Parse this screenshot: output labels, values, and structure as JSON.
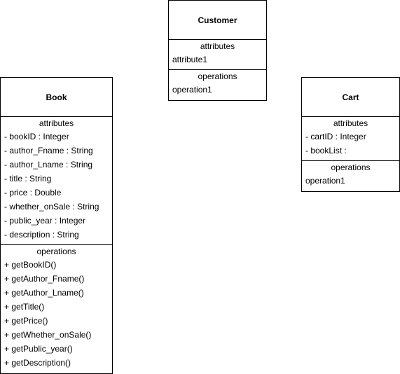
{
  "classes": {
    "customer": {
      "name": "Customer",
      "attributes_title": "attributes",
      "attributes": [
        "attribute1"
      ],
      "operations_title": "operations",
      "operations": [
        "operation1"
      ]
    },
    "book": {
      "name": "Book",
      "attributes_title": "attributes",
      "attributes": [
        "- bookID : Integer",
        "- author_Fname : String",
        "- author_Lname : String",
        "- title : String",
        "- price : Double",
        "- whether_onSale : String",
        "- public_year : Integer",
        "- description : String"
      ],
      "operations_title": "operations",
      "operations": [
        "+ getBookID()",
        "+ getAuthor_Fname()",
        "+ getAuthor_Lname()",
        "+ getTitle()",
        "+ getPrice()",
        "+ getWhether_onSale()",
        "+ getPublic_year()",
        "+ getDescription()"
      ]
    },
    "cart": {
      "name": "Cart",
      "attributes_title": "attributes",
      "attributes": [
        "- cartID : Integer",
        "- bookList :"
      ],
      "operations_title": "operations",
      "operations": [
        "operation1"
      ]
    }
  }
}
